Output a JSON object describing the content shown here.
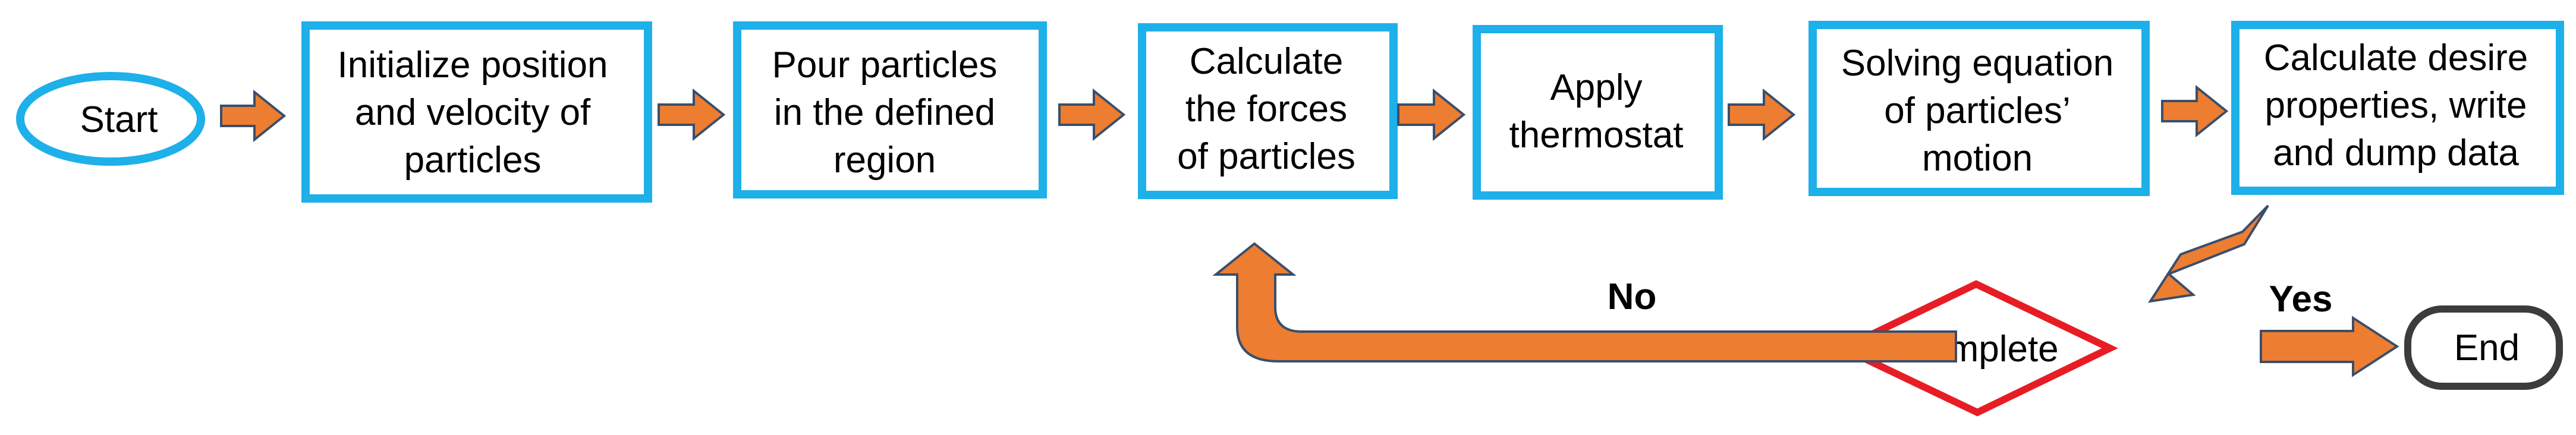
{
  "nodes": {
    "start": "Start",
    "init": [
      "Initialize position",
      "and velocity of",
      "particles"
    ],
    "pour": [
      "Pour particles",
      "in the defined",
      "region"
    ],
    "forces": [
      "Calculate",
      "the forces",
      "of particles"
    ],
    "thermostat": [
      "Apply",
      "thermostat"
    ],
    "solve": [
      "Solving equation",
      "of particles’",
      "motion"
    ],
    "props": [
      "Calculate desire",
      "properties, write",
      "and dump data"
    ],
    "complete": "Complete",
    "end": "End"
  },
  "edges": {
    "no": "No",
    "yes": "Yes"
  },
  "colors": {
    "process_border": "#1EB0E8",
    "decision_border": "#E81C24",
    "arrow_fill": "#ED7D31",
    "arrow_outline": "#3A4E6B",
    "end_border": "#3C3C3C"
  }
}
